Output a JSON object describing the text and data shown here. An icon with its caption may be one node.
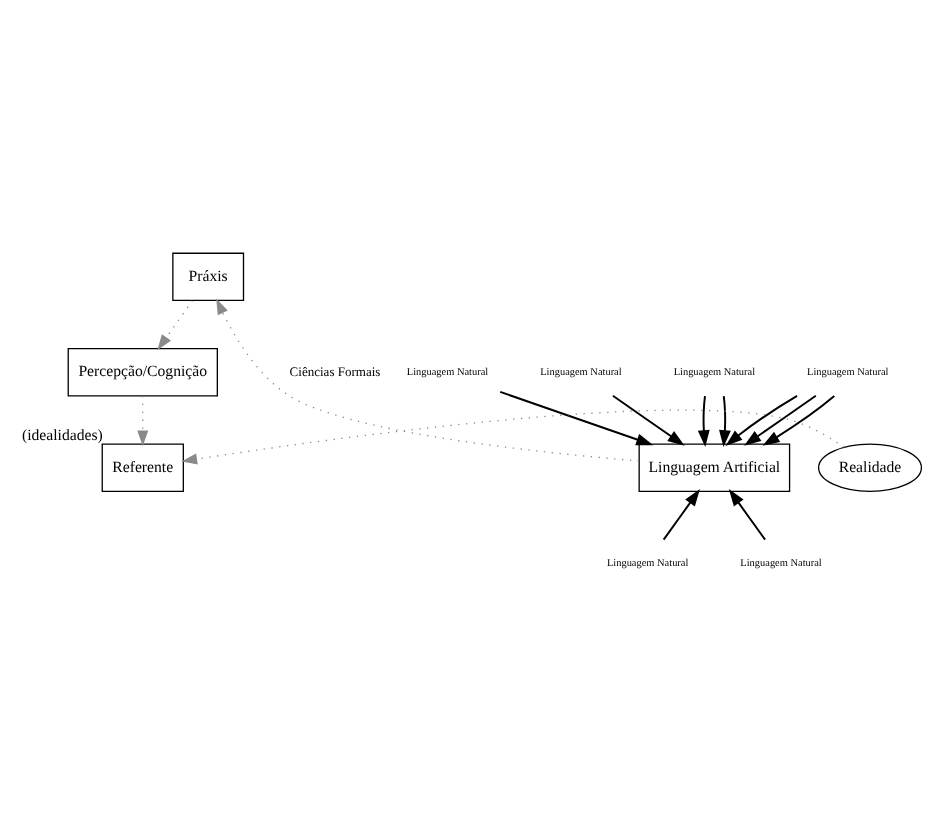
{
  "diagram": {
    "nodes": [
      {
        "text": [
          "Práxis"
        ]
      },
      {
        "text": [
          "Percepção/Cognição"
        ]
      },
      {
        "text": [
          "Linguagem Natural"
        ]
      },
      {
        "text": [
          "Linguagem Natural"
        ]
      },
      {
        "text": [
          "Linguagem Natural"
        ]
      },
      {
        "text": [
          "Linguagem Artificial"
        ]
      },
      {
        "text": [
          "Linguagem Natural"
        ]
      },
      {
        "text": [
          "Referente"
        ],
        "beside": [
          "(idealidades)"
        ]
      },
      {
        "text": [
          "Realidade"
        ]
      },
      {
        "text": [
          "Linguagem Natural"
        ]
      },
      {
        "text": [
          "Linguagem Natural"
        ]
      }
    ],
    "edges": [
      {
        "from": 5,
        "to": 0,
        "arrow": "to",
        "label": "Ciências Formais",
        "style": "dashed",
        "color": "#8a8a8a"
      },
      {
        "from": 0,
        "to": 1,
        "arrow": "to",
        "style": "dashed",
        "color": "#8a8a8a"
      },
      {
        "from": 1,
        "to": 7,
        "arrow": "to",
        "style": "dashed",
        "color": "#8a8a8a"
      },
      {
        "from": 8,
        "to": 7,
        "arrow": "to",
        "style": "dashed",
        "color": "#8a8a8a"
      },
      {
        "from": 2,
        "to": 5,
        "arrow": "to"
      },
      {
        "from": 3,
        "to": 5,
        "arrow": "to"
      },
      {
        "from": 4,
        "to": 5,
        "arrow": "to"
      },
      {
        "from": 4,
        "to": 5,
        "arrow": "to"
      },
      {
        "from": 6,
        "to": 5,
        "arrow": "to"
      },
      {
        "from": 6,
        "to": 5,
        "arrow": "to"
      },
      {
        "from": 6,
        "to": 5,
        "arrow": "to"
      },
      {
        "from": 9,
        "to": 5,
        "arrow": "to"
      },
      {
        "from": 10,
        "to": 5,
        "arrow": "to"
      }
    ]
  }
}
